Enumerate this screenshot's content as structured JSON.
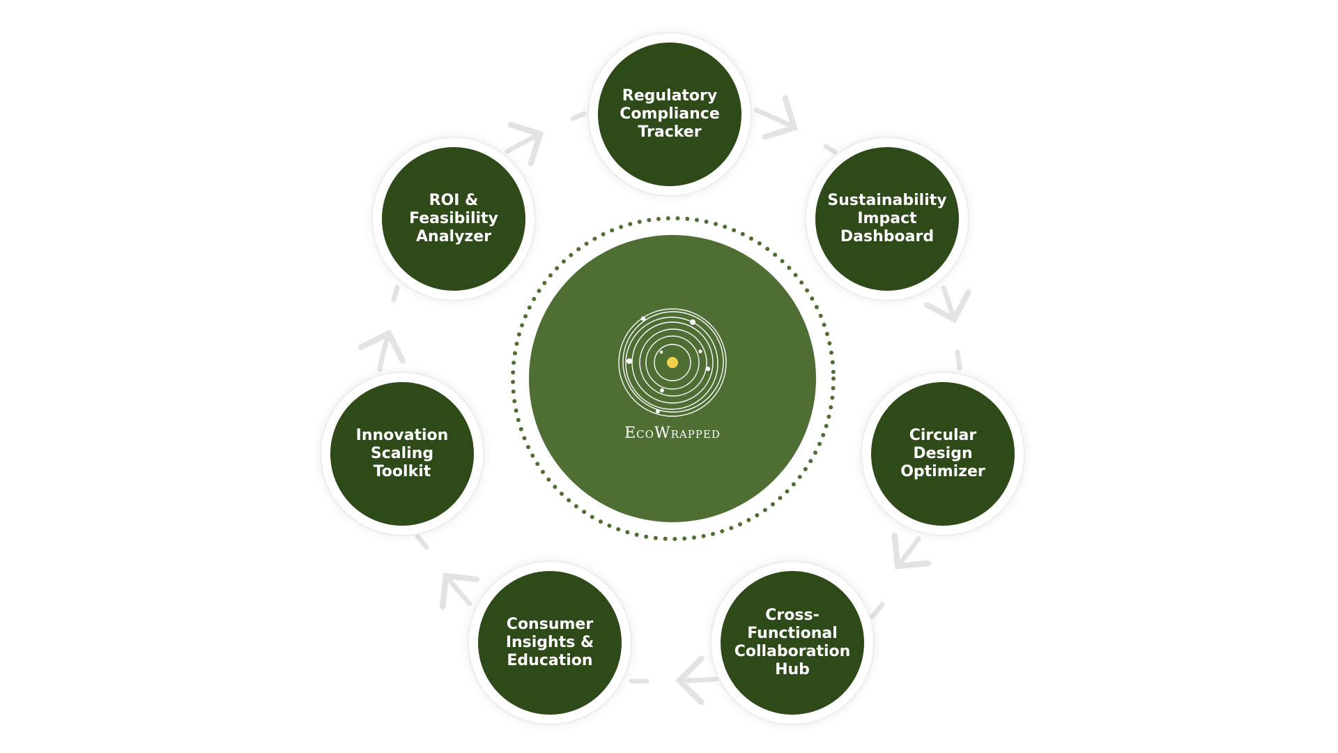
{
  "colors": {
    "node_fill": "#2d4a18",
    "hub_fill": "#4e6e34",
    "ring_dots": "#4e6e34",
    "connector": "#e3e3e3",
    "logo_center": "#f1d04b",
    "text": "#ffffff"
  },
  "hub": {
    "title": "EcoWrapped",
    "logo_icon": "concentric-orbit-logo-icon"
  },
  "nodes": [
    {
      "id": "regulatory-compliance-tracker",
      "label": "Regulatory\nCompliance\nTracker"
    },
    {
      "id": "sustainability-impact-dashboard",
      "label": "Sustainability\nImpact\nDashboard"
    },
    {
      "id": "circular-design-optimizer",
      "label": "Circular Design\nOptimizer"
    },
    {
      "id": "cross-functional-collaboration-hub",
      "label": "Cross-\nFunctional\nCollaboration\nHub"
    },
    {
      "id": "consumer-insights-education",
      "label": "Consumer\nInsights &\nEducation"
    },
    {
      "id": "innovation-scaling-toolkit",
      "label": "Innovation\nScaling Toolkit"
    },
    {
      "id": "roi-feasibility-analyzer",
      "label": "ROI &\nFeasibility\nAnalyzer"
    }
  ],
  "flow_direction": "clockwise"
}
